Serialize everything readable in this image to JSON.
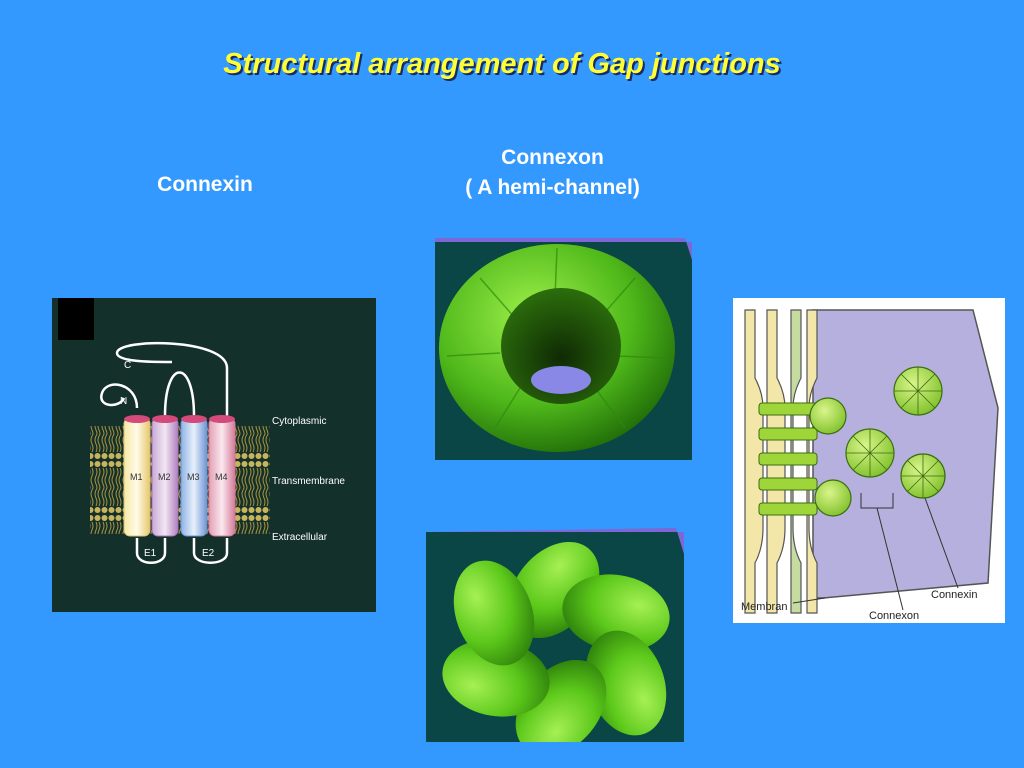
{
  "slide": {
    "title": "Structural arrangement of Gap junctions",
    "connexin_label": "Connexin",
    "connexon_label_line1": "Connexon",
    "connexon_label_line2": "( A hemi-channel)"
  },
  "connexin_figure": {
    "terminal_c": "C",
    "terminal_n": "N",
    "segments": [
      "M1",
      "M2",
      "M3",
      "M4"
    ],
    "loops": [
      "E1",
      "E2"
    ],
    "layers": [
      "Cytoplasmic",
      "Transmembrane",
      "Extracellular"
    ]
  },
  "membrane_figure": {
    "label_membrane": "Membran",
    "label_connexon": "Connexon",
    "label_connexin": "Connexin"
  },
  "colors": {
    "background": "#3399ff",
    "title": "#ffff33",
    "panel_dark": "#14302a",
    "render_bg": "#0b4646",
    "protein_green": "#5cc81a"
  }
}
